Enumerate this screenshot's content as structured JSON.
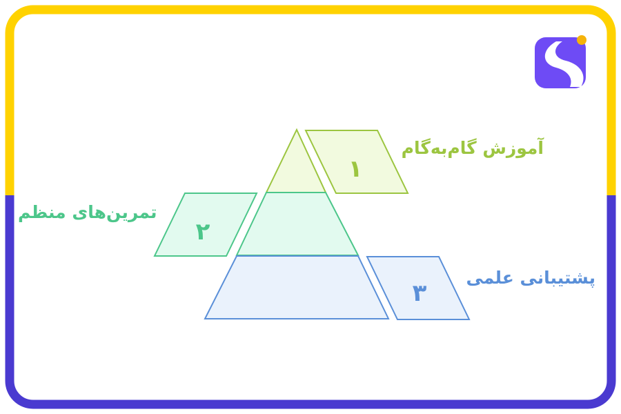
{
  "colors": {
    "frame_top": "#FFD200",
    "frame_bottom": "#4A3AD0",
    "level_1": "#9CC540",
    "level_1_fill": "#F2FADF",
    "level_2": "#4CC68A",
    "level_2_fill": "#E2FAEF",
    "level_3": "#5A8FD8",
    "level_3_fill": "#EAF2FC",
    "logo_bg": "#6E4BF5",
    "logo_dot": "#F5B30A"
  },
  "logo": {
    "icon": "brand-logo-icon"
  },
  "levels": [
    {
      "number": "۱",
      "label": "آموزش گام‌به‌گام"
    },
    {
      "number": "۲",
      "label": "تمرین‌های منظم"
    },
    {
      "number": "۳",
      "label": "پشتیبانی علمی"
    }
  ]
}
